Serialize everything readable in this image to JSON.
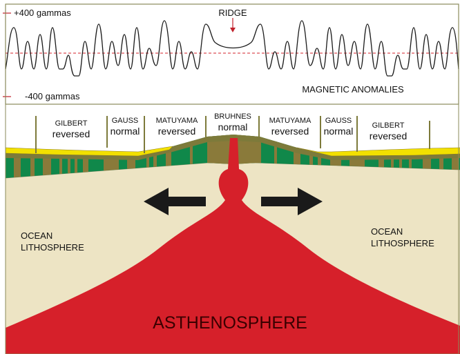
{
  "magnetic": {
    "top_label": "+400 gammas",
    "bottom_label": "-400 gammas",
    "ridge_label": "RIDGE",
    "title": "MAGNETIC ANOMALIES"
  },
  "epochs": {
    "gilbert_left": {
      "name": "GILBERT",
      "polarity": "reversed"
    },
    "gauss_left": {
      "name": "GAUSS",
      "polarity": "normal"
    },
    "matuyama_left": {
      "name": "MATUYAMA",
      "polarity": "reversed"
    },
    "bruhnes": {
      "name": "BRUHNES",
      "polarity": "normal"
    },
    "matuyama_right": {
      "name": "MATUYAMA",
      "polarity": "reversed"
    },
    "gauss_right": {
      "name": "GAUSS",
      "polarity": "normal"
    },
    "gilbert_right": {
      "name": "GILBERT",
      "polarity": "reversed"
    }
  },
  "lithosphere": {
    "left": {
      "line1": "OCEAN",
      "line2": "LITHOSPHERE"
    },
    "right": {
      "line1": "OCEAN",
      "line2": "LITHOSPHERE"
    }
  },
  "asthenosphere_label": "ASTHENOSPHERE",
  "colors": {
    "magma": "#d6202a",
    "lithosphere": "#ede4c4",
    "normal_stripe": "#8a7a3a",
    "reversed_stripe": "#10884a",
    "sediment": "#f2e000",
    "crust_top": "#7d7a3a",
    "arrow": "#1a1a1a"
  }
}
